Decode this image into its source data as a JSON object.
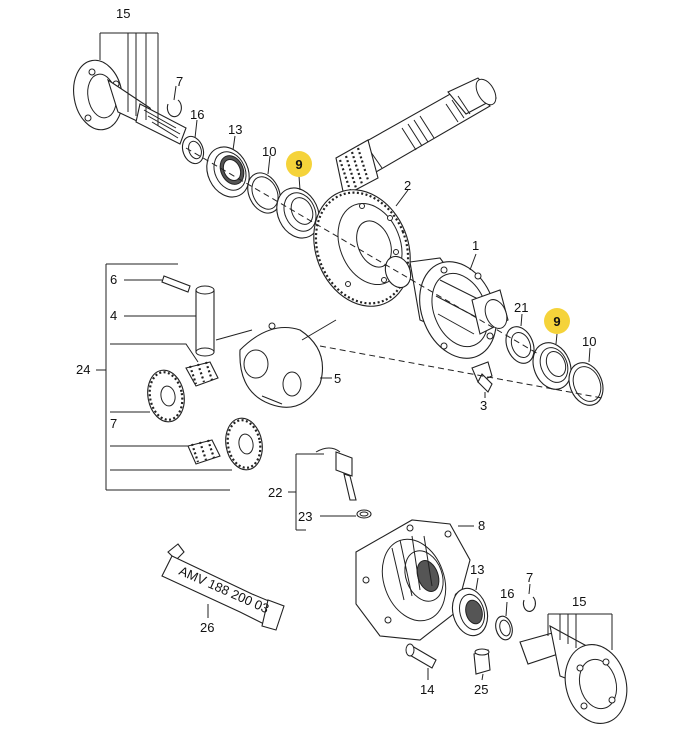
{
  "callouts": [
    {
      "id": "15a",
      "text": "15",
      "highlight": false
    },
    {
      "id": "7a",
      "text": "7",
      "highlight": false
    },
    {
      "id": "16a",
      "text": "16",
      "highlight": false
    },
    {
      "id": "13a",
      "text": "13",
      "highlight": false
    },
    {
      "id": "10a",
      "text": "10",
      "highlight": false
    },
    {
      "id": "9a",
      "text": "9",
      "highlight": true
    },
    {
      "id": "2",
      "text": "2",
      "highlight": false
    },
    {
      "id": "1",
      "text": "1",
      "highlight": false
    },
    {
      "id": "21",
      "text": "21",
      "highlight": false
    },
    {
      "id": "9b",
      "text": "9",
      "highlight": true
    },
    {
      "id": "10b",
      "text": "10",
      "highlight": false
    },
    {
      "id": "3",
      "text": "3",
      "highlight": false
    },
    {
      "id": "6",
      "text": "6",
      "highlight": false
    },
    {
      "id": "4",
      "text": "4",
      "highlight": false
    },
    {
      "id": "24",
      "text": "24",
      "highlight": false
    },
    {
      "id": "5",
      "text": "5",
      "highlight": false
    },
    {
      "id": "7b",
      "text": "7",
      "highlight": false
    },
    {
      "id": "22",
      "text": "22",
      "highlight": false
    },
    {
      "id": "23",
      "text": "23",
      "highlight": false
    },
    {
      "id": "8",
      "text": "8",
      "highlight": false
    },
    {
      "id": "13b",
      "text": "13",
      "highlight": false
    },
    {
      "id": "16b",
      "text": "16",
      "highlight": false
    },
    {
      "id": "7c",
      "text": "7",
      "highlight": false
    },
    {
      "id": "15b",
      "text": "15",
      "highlight": false
    },
    {
      "id": "14",
      "text": "14",
      "highlight": false
    },
    {
      "id": "25",
      "text": "25",
      "highlight": false
    },
    {
      "id": "26",
      "text": "26",
      "highlight": false
    }
  ],
  "tube_label": "AMV 188 200 03",
  "colors": {
    "highlight": "#f5d33a",
    "line": "#222222",
    "background": "#ffffff"
  }
}
